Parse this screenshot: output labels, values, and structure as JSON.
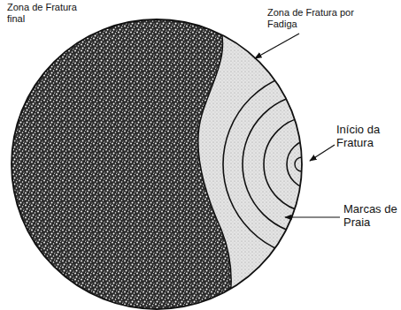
{
  "diagram": {
    "labels": [
      "Zona de Fratura final",
      "Zona de Fratura por Fadiga",
      "Início da Fratura",
      "Marcas de Praia"
    ]
  }
}
